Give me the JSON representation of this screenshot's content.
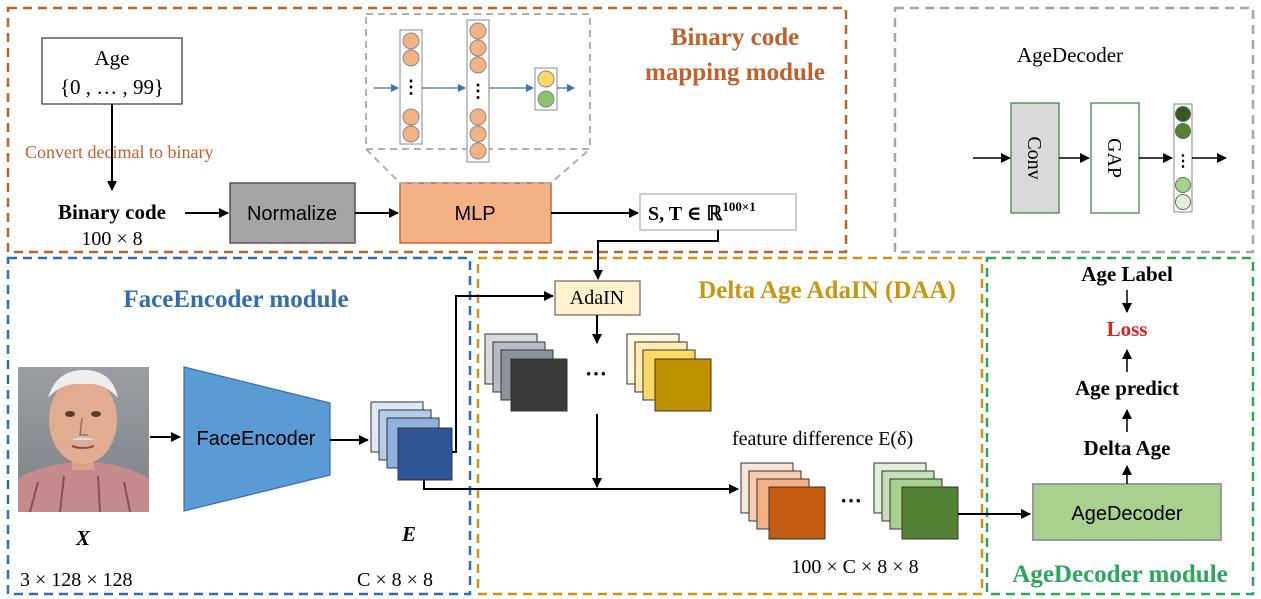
{
  "colors": {
    "binary_module": "#c0602a",
    "face_module": "#2f6eb0",
    "daa_module": "#c8970e",
    "age_module": "#2aa85a",
    "decoder_panel": "#a6a6a6",
    "loss": "#e02020"
  },
  "binary_module": {
    "title_line1": "Binary code",
    "title_line2": "mapping module",
    "age_box_line1": "Age",
    "age_box_line2": "{0 , … , 99}",
    "convert_label": "Convert decimal to binary",
    "binary_code_label": "Binary code",
    "binary_code_size": "100 × 8",
    "normalize_label": "Normalize",
    "mlp_label": "MLP",
    "st_label": "S, T  ∈ ℝ",
    "st_sup": "100×1"
  },
  "decoder_panel": {
    "title": "AgeDecoder",
    "conv_label": "Conv",
    "gap_label": "GAP"
  },
  "face_module": {
    "title": "FaceEncoder module",
    "encoder_label": "FaceEncoder",
    "x_label": "X",
    "x_size": "3 × 128 × 128",
    "e_label": "E",
    "e_size": "C × 8 × 8",
    "photo_icon": "face-photo"
  },
  "daa_module": {
    "title": "Delta Age AdaIN (DAA)",
    "adain_label": "AdaIN",
    "ellipsis": "···",
    "feature_diff_label": "feature difference E(δ)",
    "output_size": "100 × C × 8 × 8"
  },
  "age_module": {
    "title": "AgeDecoder module",
    "age_label": "Age Label",
    "loss": "Loss",
    "age_predict": "Age predict",
    "delta_age": "Delta Age",
    "age_decoder": "AgeDecoder"
  }
}
